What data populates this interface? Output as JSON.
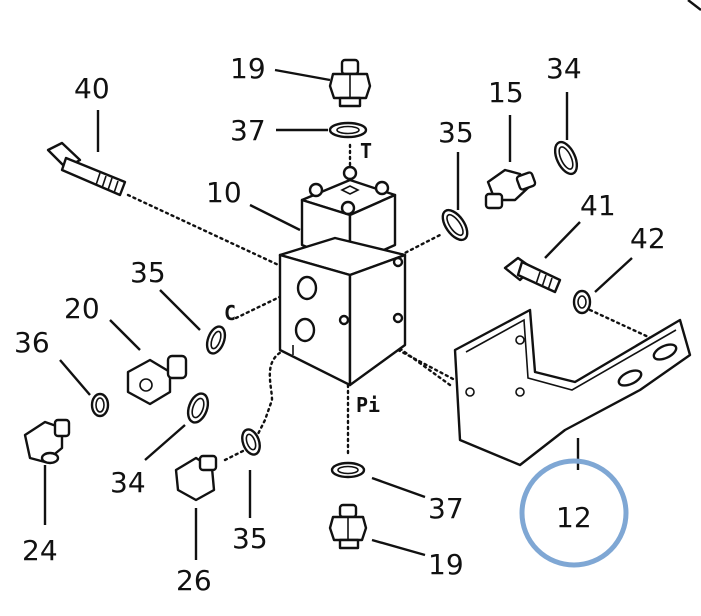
{
  "diagram": {
    "callouts": {
      "c19_top": "19",
      "c37_top": "37",
      "c40": "40",
      "c15": "15",
      "c34_right": "34",
      "c35_right": "35",
      "c10": "10",
      "c41": "41",
      "c42": "42",
      "c35_left": "35",
      "c20": "20",
      "c36": "36",
      "c34_left": "34",
      "c24": "24",
      "c35_bottom": "35",
      "c26": "26",
      "c37_bottom": "37",
      "c19_bottom": "19",
      "c12": "12"
    },
    "ports": {
      "t": "T",
      "c": "C",
      "pi": "Pi"
    },
    "highlight_color": "#7fa7d4",
    "line_color": "#111111"
  }
}
